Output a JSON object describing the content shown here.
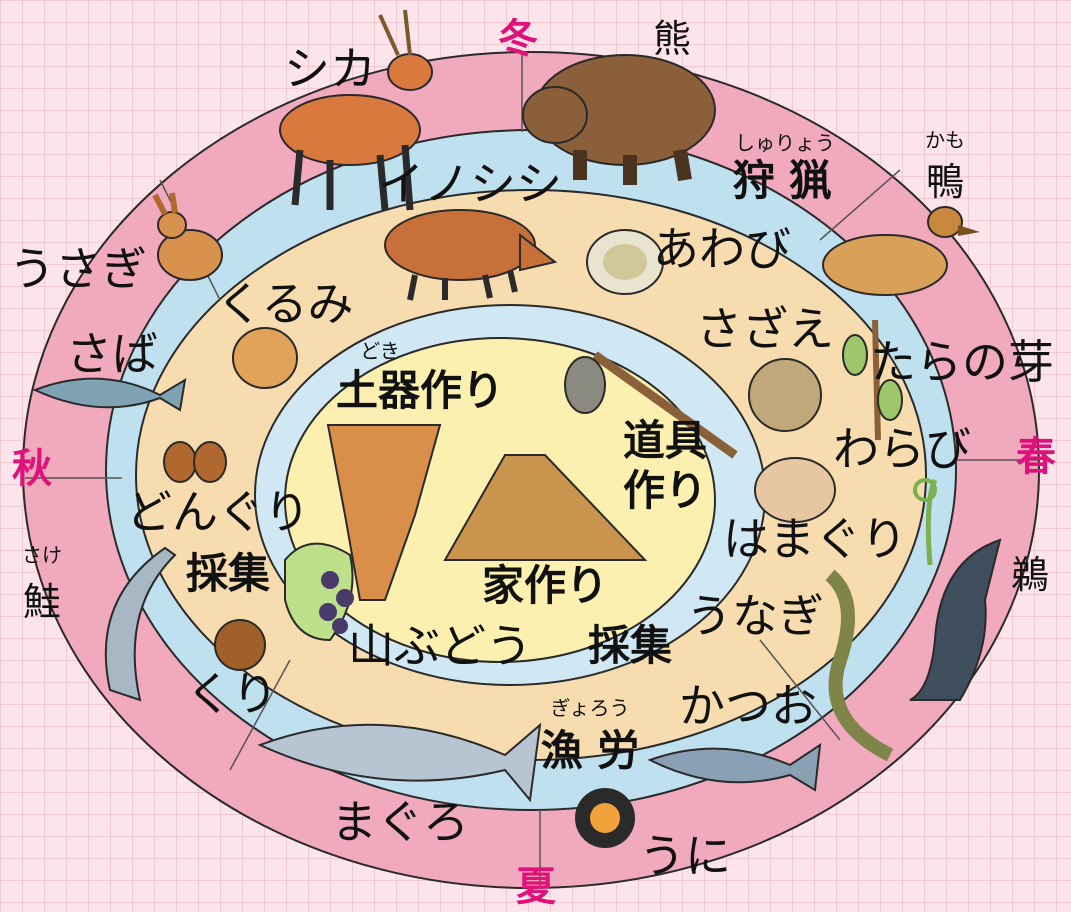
{
  "seasons": {
    "winter": "冬",
    "spring": "春",
    "summer": "夏",
    "autumn": "秋"
  },
  "activities": {
    "hunting": {
      "text": "狩 猟",
      "ruby": "しゅりょう"
    },
    "fishing": {
      "text": "漁 労",
      "ruby": "ぎょろう"
    },
    "gathering_autumn": "採集",
    "gathering_spring": "採集",
    "pottery": {
      "text": "土器作り",
      "ruby": "どき"
    },
    "tools": {
      "line1": "道具",
      "line2": "作り"
    },
    "house": "家作り"
  },
  "items": {
    "deer": "シカ",
    "bear": "熊",
    "boar": "イノシシ",
    "duck": {
      "text": "鴨",
      "ruby": "かも"
    },
    "rabbit": "うさぎ",
    "abalone": "あわび",
    "walnut": "くるみ",
    "mackerel": "さば",
    "turban_shell": "さざえ",
    "aralia_sprout": "たらの芽",
    "bracken": "わらび",
    "acorn": "どんぐり",
    "clam": "はまぐり",
    "salmon": {
      "text": "鮭",
      "ruby": "さけ"
    },
    "cormorant": "鵜",
    "eel": "うなぎ",
    "wild_grape": "山ぶどう",
    "chestnut": "くり",
    "bonito": "かつお",
    "tuna": "まぐろ",
    "sea_urchin": "うに"
  },
  "colors": {
    "outer_ring": "#f0a9bd",
    "middle_ring": "#bfe0ef",
    "inner_ring": "#f7dcb0",
    "center": "#fbf0b0",
    "season_text": "#e0127a"
  }
}
